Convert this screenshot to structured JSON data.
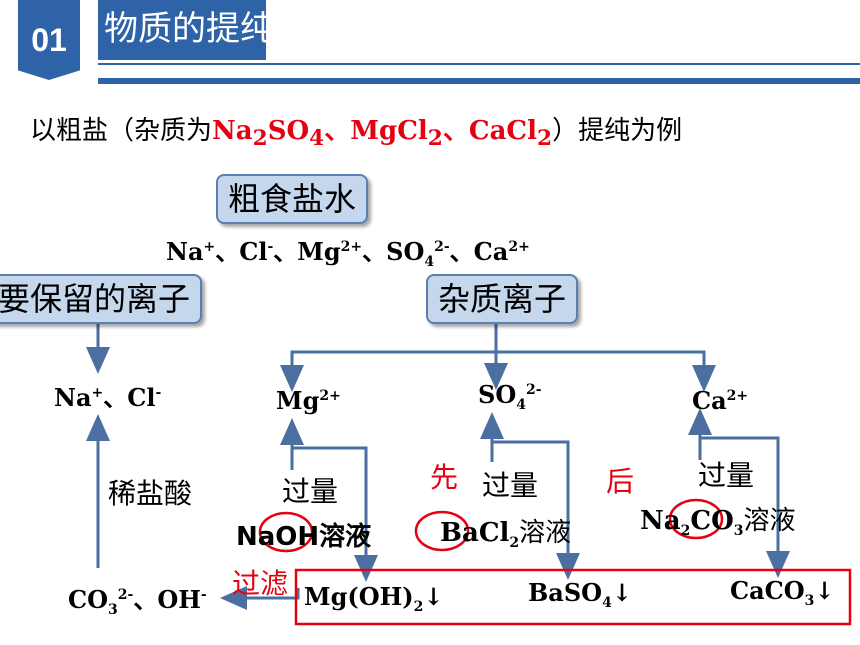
{
  "header": {
    "number": "01",
    "title": "物质的提纯"
  },
  "intro": {
    "prefix": "以粗盐（杂质为",
    "imp1_main": "Na",
    "imp1_sub1": "2",
    "imp1_mid": "SO",
    "imp1_sub2": "4",
    "sep1": "、",
    "imp2_main": "MgCl",
    "imp2_sub": "2",
    "sep2": "、",
    "imp3_main": "CaCl",
    "imp3_sub": "2",
    "suffix": "）提纯为例"
  },
  "brine": {
    "label": "粗食盐水",
    "ions": {
      "na": "Na",
      "na_sup": "+",
      "sep1": "、",
      "cl": "Cl",
      "cl_sup": "-",
      "sep2": "、",
      "mg": "Mg",
      "mg_sup": "2+",
      "sep3": "、",
      "so": "SO",
      "so_sub": "4",
      "so_sup": "2-",
      "sep4": "、",
      "ca": "Ca",
      "ca_sup": "2+"
    }
  },
  "keep": {
    "label": "要保留的离子",
    "ions": {
      "na": "Na",
      "na_sup": "+",
      "sep": "、",
      "cl": "Cl",
      "cl_sup": "-"
    },
    "reagent": "稀盐酸",
    "residual": {
      "co": "CO",
      "co_sub": "3",
      "co_sup": "2-",
      "sep": "、",
      "oh": "OH",
      "oh_sup": "-"
    }
  },
  "impurity": {
    "label": "杂质离子",
    "mg": {
      "ion": "Mg",
      "sup": "2+",
      "reagent1": "过量",
      "reagent2": "NaOH溶液",
      "product": "Mg(OH)",
      "product_sub": "2",
      "arrow": "↓"
    },
    "so4": {
      "ion": "SO",
      "sub": "4",
      "sup": "2-",
      "reagent1": "过量",
      "reagent2_a": "BaCl",
      "reagent2_sub": "2",
      "reagent2_b": "溶液",
      "product": "BaSO",
      "product_sub": "4",
      "arrow": "↓"
    },
    "ca": {
      "ion": "Ca",
      "sup": "2+",
      "reagent1": "过量",
      "reagent2_a": "Na",
      "reagent2_sub1": "2",
      "reagent2_b": "CO",
      "reagent2_sub2": "3",
      "reagent2_c": "溶液",
      "product": "CaCO",
      "product_sub": "3",
      "arrow": "↓"
    }
  },
  "notes": {
    "first": "先",
    "after": "后",
    "filter": "过滤"
  },
  "colors": {
    "accent": "#2f63a8",
    "red": "#e60012",
    "chip_fill": "#c5d7ec",
    "arrow": "#4a6fa0"
  }
}
